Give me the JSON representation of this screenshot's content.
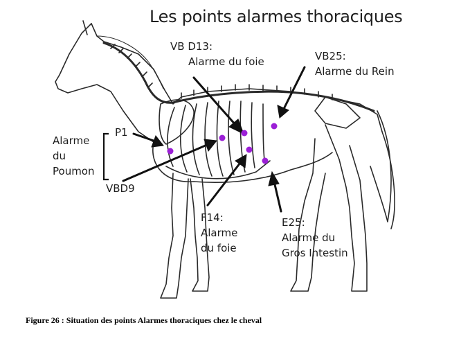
{
  "title": "Les points alarmes thoraciques",
  "caption": "Figure 26  : Situation des  points Alarmes thoraciques chez le cheval",
  "colors": {
    "point": "#9b1fd6",
    "arrow": "#111111",
    "sketch": "#2a2a2a"
  },
  "labels": {
    "vb_d13": {
      "line1": "VB D13:",
      "line2": "Alarme du foie"
    },
    "vb25": {
      "line1": "VB25:",
      "line2": "Alarme du Rein"
    },
    "poumon": {
      "line1": "Alarme",
      "line2": "du",
      "line3": "Poumon"
    },
    "p1": "P1",
    "vbd9": "VBD9",
    "f14": {
      "line1": "F14:",
      "line2": "Alarme",
      "line3": "du foie"
    },
    "e25": {
      "line1": "E25:",
      "line2": "Alarme du",
      "line3": "Gros Intestin"
    }
  },
  "points": [
    "P1",
    "VBD9",
    "VB D13",
    "F14",
    "VB25",
    "E25"
  ]
}
